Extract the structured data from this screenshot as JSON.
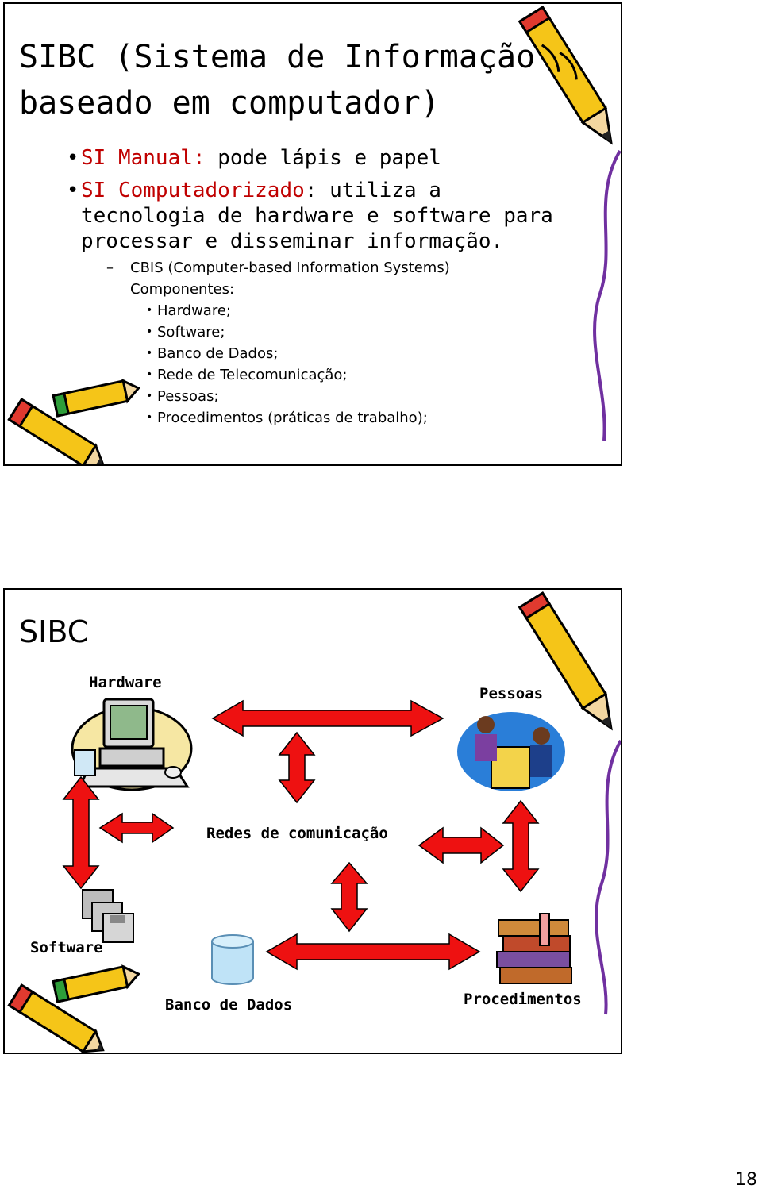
{
  "slide1": {
    "title": "SIBC (Sistema de Informação baseado em computador)",
    "bullets": [
      {
        "keyword": "SI Manual:",
        "text": " pode lápis e papel"
      },
      {
        "keyword": "SI Computadorizado",
        "text": ": utiliza a tecnologia de hardware e software para processar e disseminar informação."
      }
    ],
    "sub": {
      "text": "CBIS (Computer-based Information Systems) Componentes:",
      "items": [
        "Hardware;",
        "Software;",
        "Banco de Dados;",
        "Rede de Telecomunicação;",
        "Pessoas;",
        "Procedimentos (práticas de trabalho);"
      ]
    }
  },
  "slide2": {
    "title": "SIBC",
    "labels": {
      "hardware": "Hardware",
      "pessoas": "Pessoas",
      "redes": "Redes de comunicação",
      "software": "Software",
      "banco": "Banco de Dados",
      "procedimentos": "Procedimentos"
    }
  },
  "page_number": "18",
  "colors": {
    "accent_red": "#c00000",
    "arrow_red": "#ee1111",
    "pencil_yellow": "#f5c518",
    "purple_curve": "#7030a0",
    "db_cylinder": "#bfe3f7"
  },
  "icons": [
    "pencil-icon",
    "computer-icon",
    "people-icon",
    "floppy-disks-icon",
    "database-cylinder-icon",
    "books-icon"
  ]
}
